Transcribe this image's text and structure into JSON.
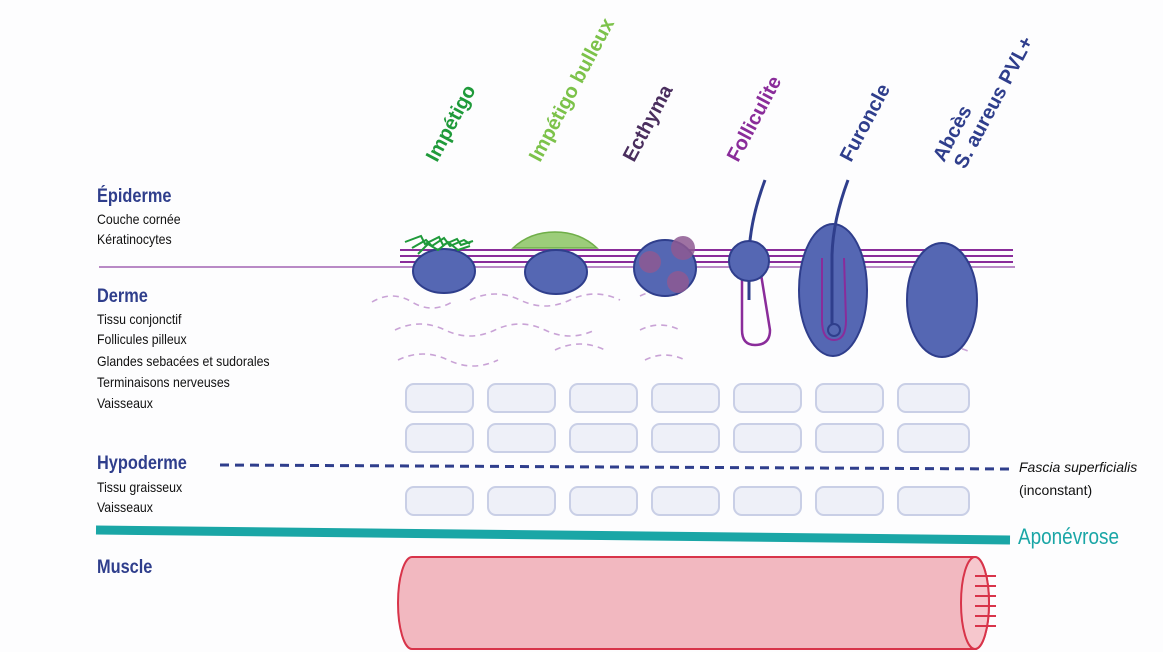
{
  "infections": [
    {
      "label": "Impétigo",
      "color": "#1f9a3a"
    },
    {
      "label": "Impétigo bulleux",
      "color": "#7cc24a"
    },
    {
      "label": "Ecthyma",
      "color": "#4a2e5e"
    },
    {
      "label": "Folliculite",
      "color": "#8a2c9a"
    },
    {
      "label": "Furoncle",
      "color": "#2f3e8c"
    },
    {
      "label": "Abcès",
      "label2": "S. aureus PVL+",
      "color": "#2f3e8c"
    }
  ],
  "layers": {
    "epiderme": {
      "title": "Épiderme",
      "items": [
        "Couche cornée",
        "Kératinocytes"
      ]
    },
    "derme": {
      "title": "Derme",
      "items": [
        "Tissu conjonctif",
        "Follicules pilleux",
        "Glandes sebacées et sudorales",
        "Terminaisons nerveuses",
        "Vaisseaux"
      ]
    },
    "hypoderme": {
      "title": "Hypoderme",
      "items": [
        "Tissu graisseux",
        "Vaisseaux"
      ]
    },
    "muscle": {
      "title": "Muscle"
    }
  },
  "fascia": {
    "label": "Fascia superficialis",
    "note": "(inconstant)"
  },
  "aponevrose": {
    "label": "Aponévrose"
  },
  "colors": {
    "layer_title": "#2f3e8c",
    "lesion_fill": "#5567b3",
    "lesion_stroke": "#2f3e8c",
    "epidermis_line": "#8a2c9a",
    "aponevrose": "#1aa6a6",
    "muscle_fill": "#f2b8c0",
    "muscle_stroke": "#d8344a",
    "fat_cell": "#c9cfe6"
  }
}
